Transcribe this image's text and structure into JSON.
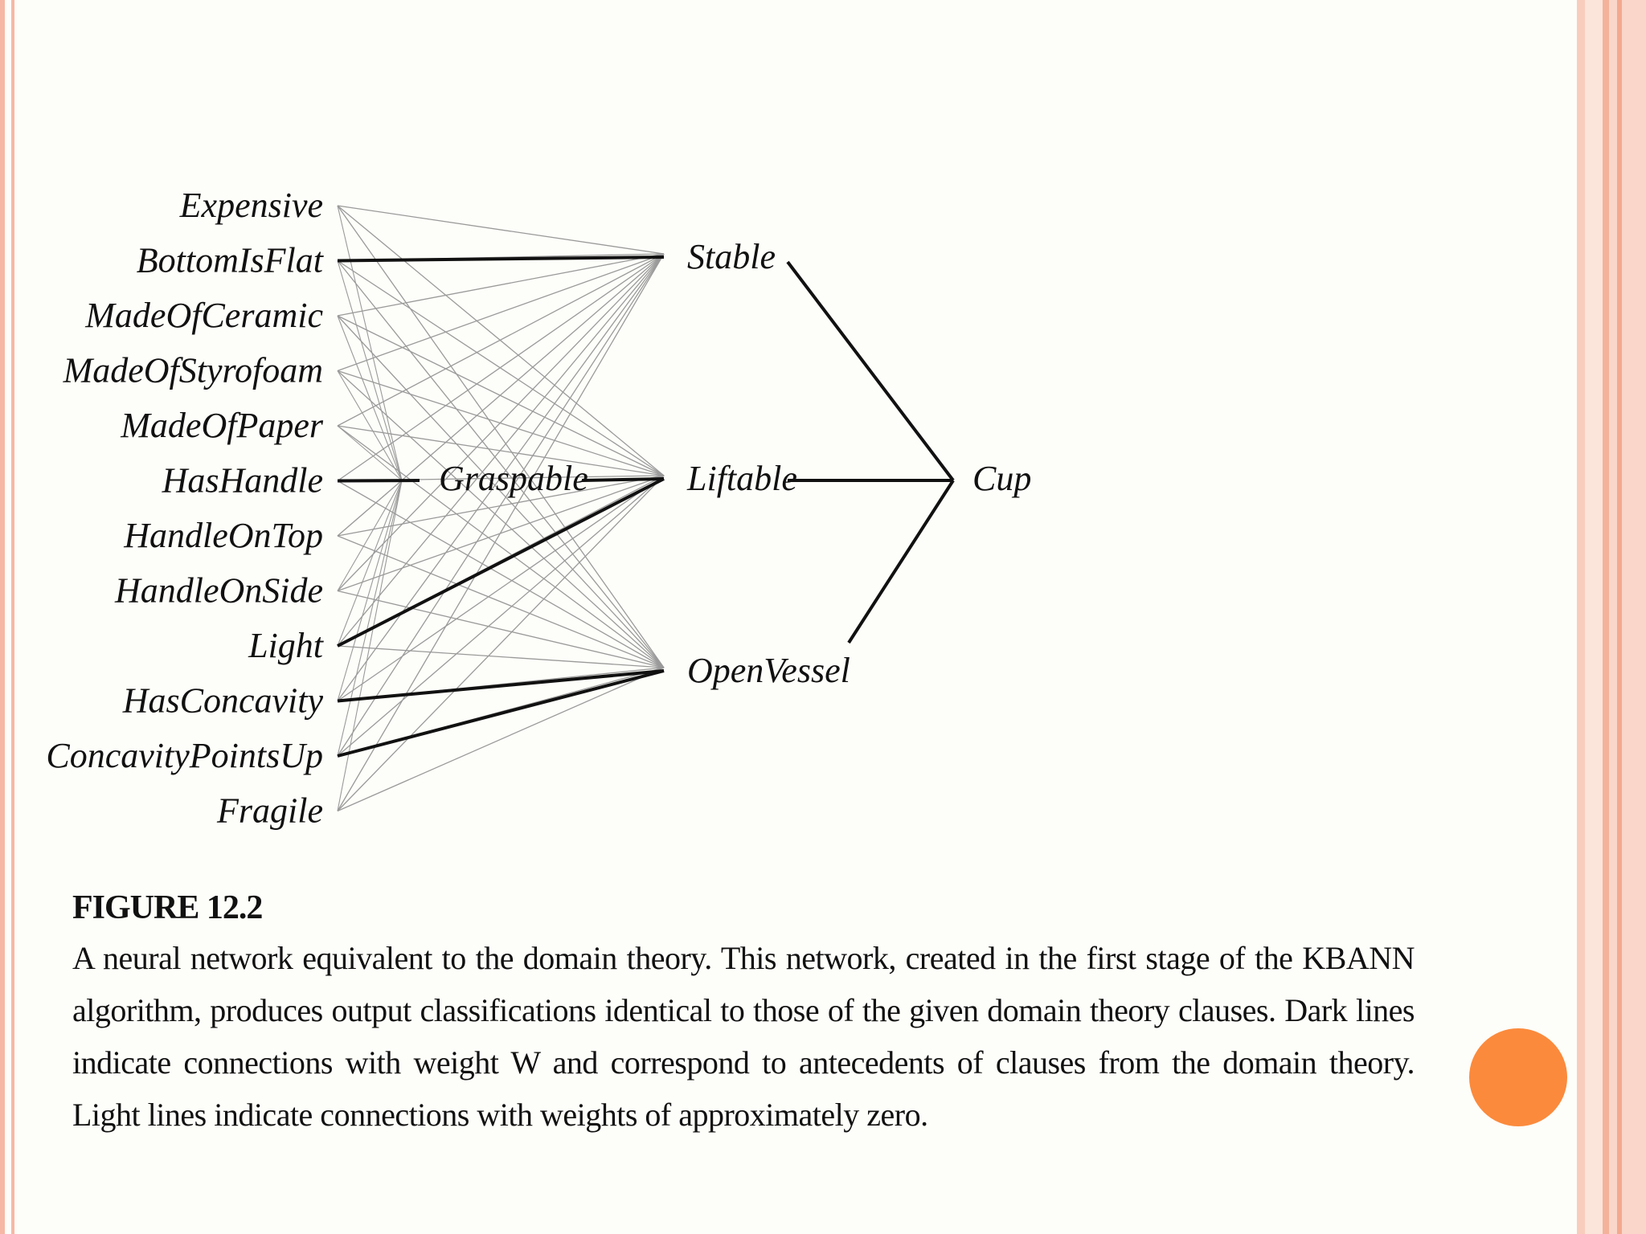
{
  "theme": {
    "accent_circle": "#fb8a3c",
    "border_color": "#f6b8a4",
    "dark_line": "#111111",
    "light_line": "#9a9a9a"
  },
  "diagram": {
    "inputs": [
      {
        "id": "expensive",
        "label": "Expensive"
      },
      {
        "id": "bottom-is-flat",
        "label": "BottomIsFlat"
      },
      {
        "id": "made-of-ceramic",
        "label": "MadeOfCeramic"
      },
      {
        "id": "made-of-styrofoam",
        "label": "MadeOfStyrofoam"
      },
      {
        "id": "made-of-paper",
        "label": "MadeOfPaper"
      },
      {
        "id": "has-handle",
        "label": "HasHandle"
      },
      {
        "id": "handle-on-top",
        "label": "HandleOnTop"
      },
      {
        "id": "handle-on-side",
        "label": "HandleOnSide"
      },
      {
        "id": "light",
        "label": "Light"
      },
      {
        "id": "has-concavity",
        "label": "HasConcavity"
      },
      {
        "id": "concavity-points-up",
        "label": "ConcavityPointsUp"
      },
      {
        "id": "fragile",
        "label": "Fragile"
      }
    ],
    "hidden_a": [
      {
        "id": "graspable",
        "label": "Graspable"
      }
    ],
    "hidden_b": [
      {
        "id": "stable",
        "label": "Stable"
      },
      {
        "id": "liftable",
        "label": "Liftable"
      },
      {
        "id": "open-vessel",
        "label": "OpenVessel"
      }
    ],
    "output": [
      {
        "id": "cup",
        "label": "Cup"
      }
    ],
    "dark_connections": [
      [
        "bottom-is-flat",
        "stable"
      ],
      [
        "has-handle",
        "graspable"
      ],
      [
        "graspable",
        "liftable"
      ],
      [
        "light",
        "liftable"
      ],
      [
        "has-concavity",
        "open-vessel"
      ],
      [
        "concavity-points-up",
        "open-vessel"
      ],
      [
        "stable",
        "cup"
      ],
      [
        "liftable",
        "cup"
      ],
      [
        "open-vessel",
        "cup"
      ]
    ]
  },
  "caption": {
    "title": "FIGURE 12.2",
    "text": "A neural network equivalent to the domain theory. This network, created in the first stage of the KBANN algorithm, produces output classifications identical to those of the given domain theory clauses. Dark lines indicate connections with weight W and correspond to antecedents of clauses from the domain theory. Light lines indicate connections with weights of approximately zero."
  }
}
